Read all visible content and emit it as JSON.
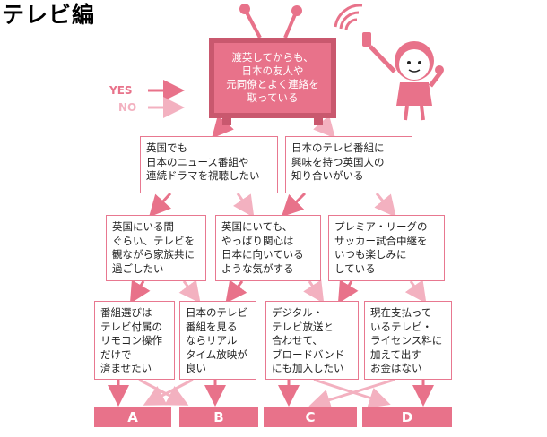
{
  "title": "テレビ編",
  "legend": {
    "yes": "YES",
    "no": "NO",
    "yes_color": "#e8728a",
    "no_color": "#f3b1c0"
  },
  "start": {
    "lines": [
      "渡英してからも、",
      "日本の友人や",
      "元同僚とよく連絡を",
      "取っている"
    ]
  },
  "level1": [
    {
      "lines": [
        "英国でも",
        "日本のニュース番組や",
        "連続ドラマを視聴したい"
      ]
    },
    {
      "lines": [
        "日本のテレビ番組に",
        "興味を持つ英国人の",
        "知り合いがいる"
      ]
    }
  ],
  "level2": [
    {
      "lines": [
        "英国にいる間",
        "ぐらい、テレビを",
        "観ながら家族共に",
        "過ごしたい"
      ]
    },
    {
      "lines": [
        "英国にいても、",
        "やっぱり関心は",
        "日本に向いている",
        "ような気がする"
      ]
    },
    {
      "lines": [
        "プレミア・リーグの",
        "サッカー試合中継を",
        "いつも楽しみに",
        "している"
      ]
    }
  ],
  "level3": [
    {
      "lines": [
        "番組選びは",
        "テレビ付属の",
        "リモコン操作",
        "だけで",
        "済ませたい"
      ]
    },
    {
      "lines": [
        "日本のテレビ",
        "番組を見る",
        "ならリアル",
        "タイム放映が",
        "良い"
      ]
    },
    {
      "lines": [
        "デジタル・",
        "テレビ放送と",
        "合わせて、",
        "ブロードバンド",
        "にも加入したい"
      ]
    },
    {
      "lines": [
        "現在支払って",
        "いるテレビ・",
        "ライセンス料に",
        "加えて出す",
        "お金はない"
      ]
    }
  ],
  "results": [
    "A",
    "B",
    "C",
    "D"
  ],
  "icons": {
    "tv": "tv-antenna-icon",
    "person": "girl-waving-icon",
    "signal": "wifi-signal-icon",
    "phone": "mobile-phone-icon"
  }
}
